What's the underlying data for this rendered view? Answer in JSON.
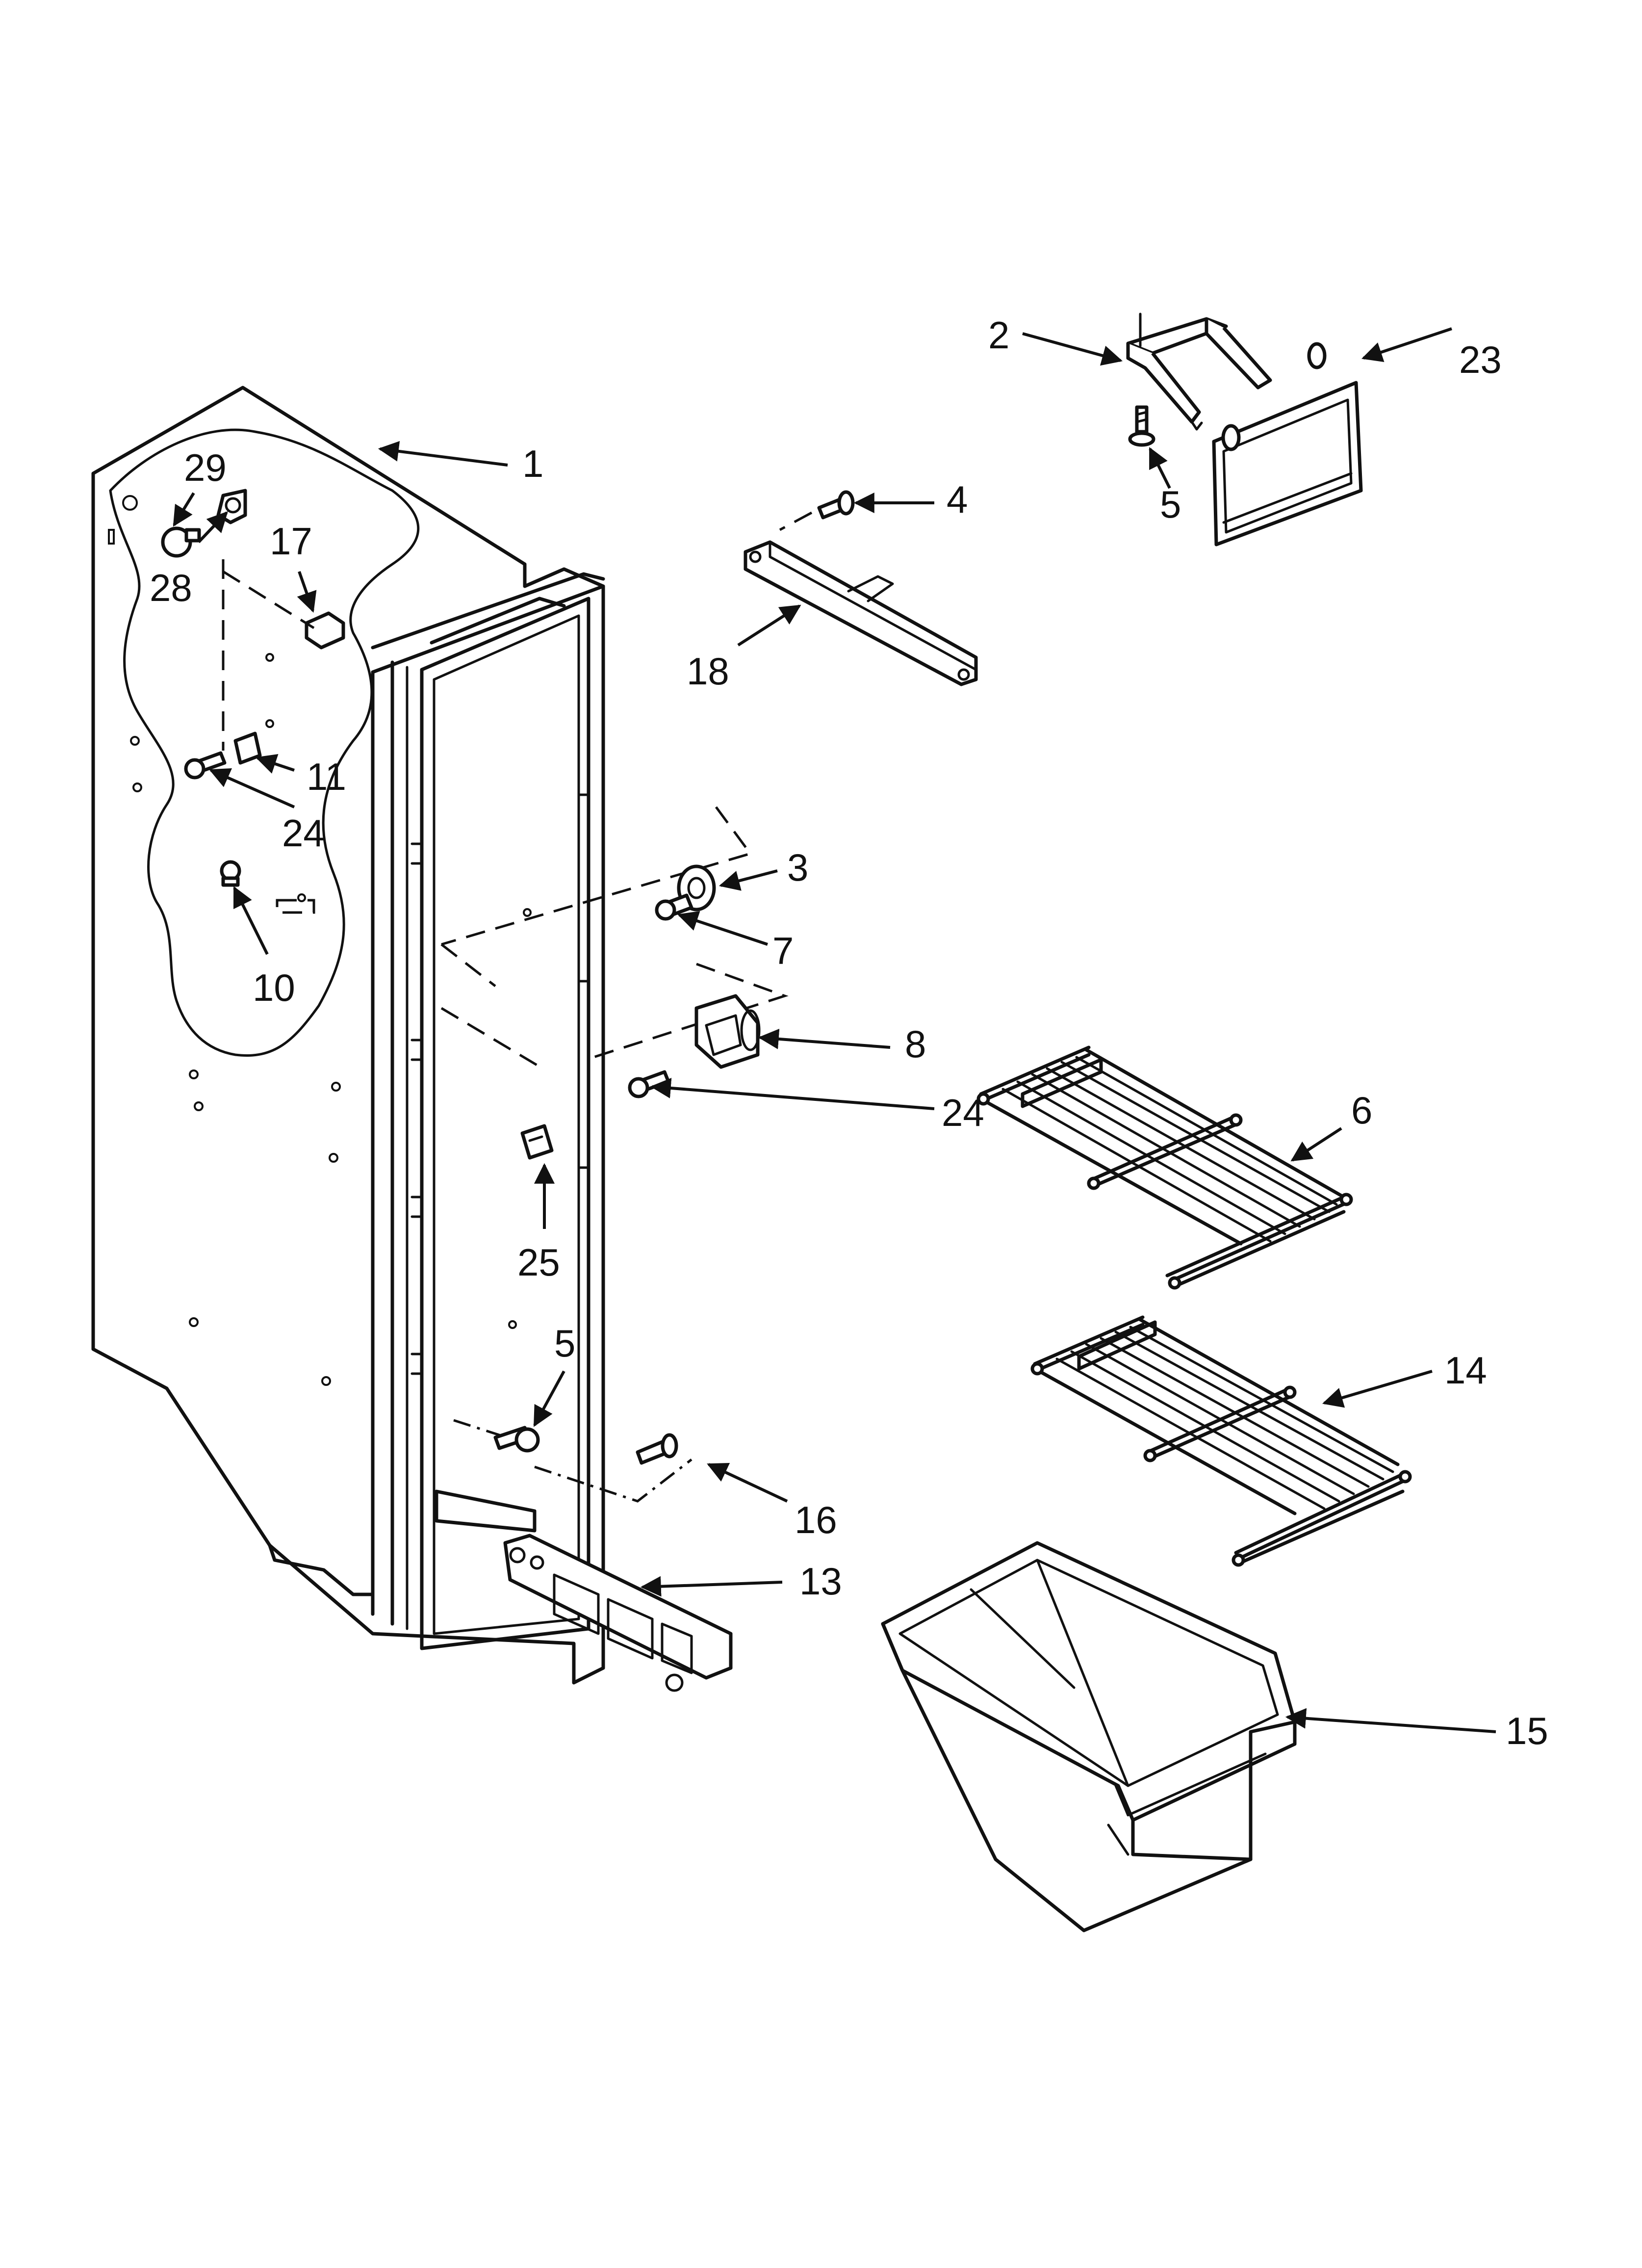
{
  "callouts": [
    {
      "id": "c1",
      "label": "1"
    },
    {
      "id": "c29",
      "label": "29"
    },
    {
      "id": "c28",
      "label": "28"
    },
    {
      "id": "c17",
      "label": "17"
    },
    {
      "id": "c11",
      "label": "11"
    },
    {
      "id": "c24a",
      "label": "24"
    },
    {
      "id": "c10",
      "label": "10"
    },
    {
      "id": "c2",
      "label": "2"
    },
    {
      "id": "c23",
      "label": "23"
    },
    {
      "id": "c5a",
      "label": "5"
    },
    {
      "id": "c4",
      "label": "4"
    },
    {
      "id": "c18",
      "label": "18"
    },
    {
      "id": "c3",
      "label": "3"
    },
    {
      "id": "c7",
      "label": "7"
    },
    {
      "id": "c8",
      "label": "8"
    },
    {
      "id": "c24b",
      "label": "24"
    },
    {
      "id": "c6",
      "label": "6"
    },
    {
      "id": "c25",
      "label": "25"
    },
    {
      "id": "c5b",
      "label": "5"
    },
    {
      "id": "c14",
      "label": "14"
    },
    {
      "id": "c16",
      "label": "16"
    },
    {
      "id": "c13",
      "label": "13"
    },
    {
      "id": "c15",
      "label": "15"
    }
  ]
}
